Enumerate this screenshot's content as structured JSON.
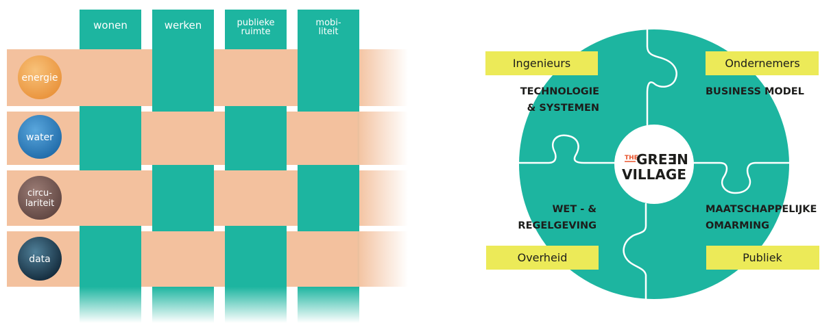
{
  "weave": {
    "columns": [
      "wonen",
      "werken",
      "publieke ruimte",
      "mobi- liteit"
    ],
    "columns_lines": [
      [
        "wonen"
      ],
      [
        "werken"
      ],
      [
        "publieke",
        "ruimte"
      ],
      [
        "mobi-",
        "liteit"
      ]
    ],
    "rows": [
      "energie",
      "water",
      "circu- lariteit",
      "data"
    ],
    "rows_lines": [
      [
        "energie"
      ],
      [
        "water"
      ],
      [
        "circu-",
        "lariteit"
      ],
      [
        "data"
      ]
    ],
    "colors": {
      "teal": "#1db5a0",
      "peach": "#f3c19e",
      "energie": "#f2a54c",
      "water": "#2f7fbf",
      "circulariteit": "#7a5c57",
      "data": "#1e3f55"
    }
  },
  "puzzle": {
    "stakeholders": [
      "Ingenieurs",
      "Ondernemers",
      "Overheid",
      "Publiek"
    ],
    "domains": {
      "tl": [
        "TECHNOLOGIE",
        "& SYSTEMEN"
      ],
      "tr": [
        "BUSINESS MODEL"
      ],
      "bl": [
        "WET - &",
        "REGELGEVING"
      ],
      "br": [
        "MAATSCHAPPELIJKE",
        "OMARMING"
      ]
    },
    "logo": {
      "the": "THE",
      "line1": "GREƎN",
      "line2": "VILLAGE"
    },
    "colors": {
      "teal": "#1db5a0",
      "label_bg": "#ecea58",
      "logo_accent": "#e8532b"
    }
  }
}
